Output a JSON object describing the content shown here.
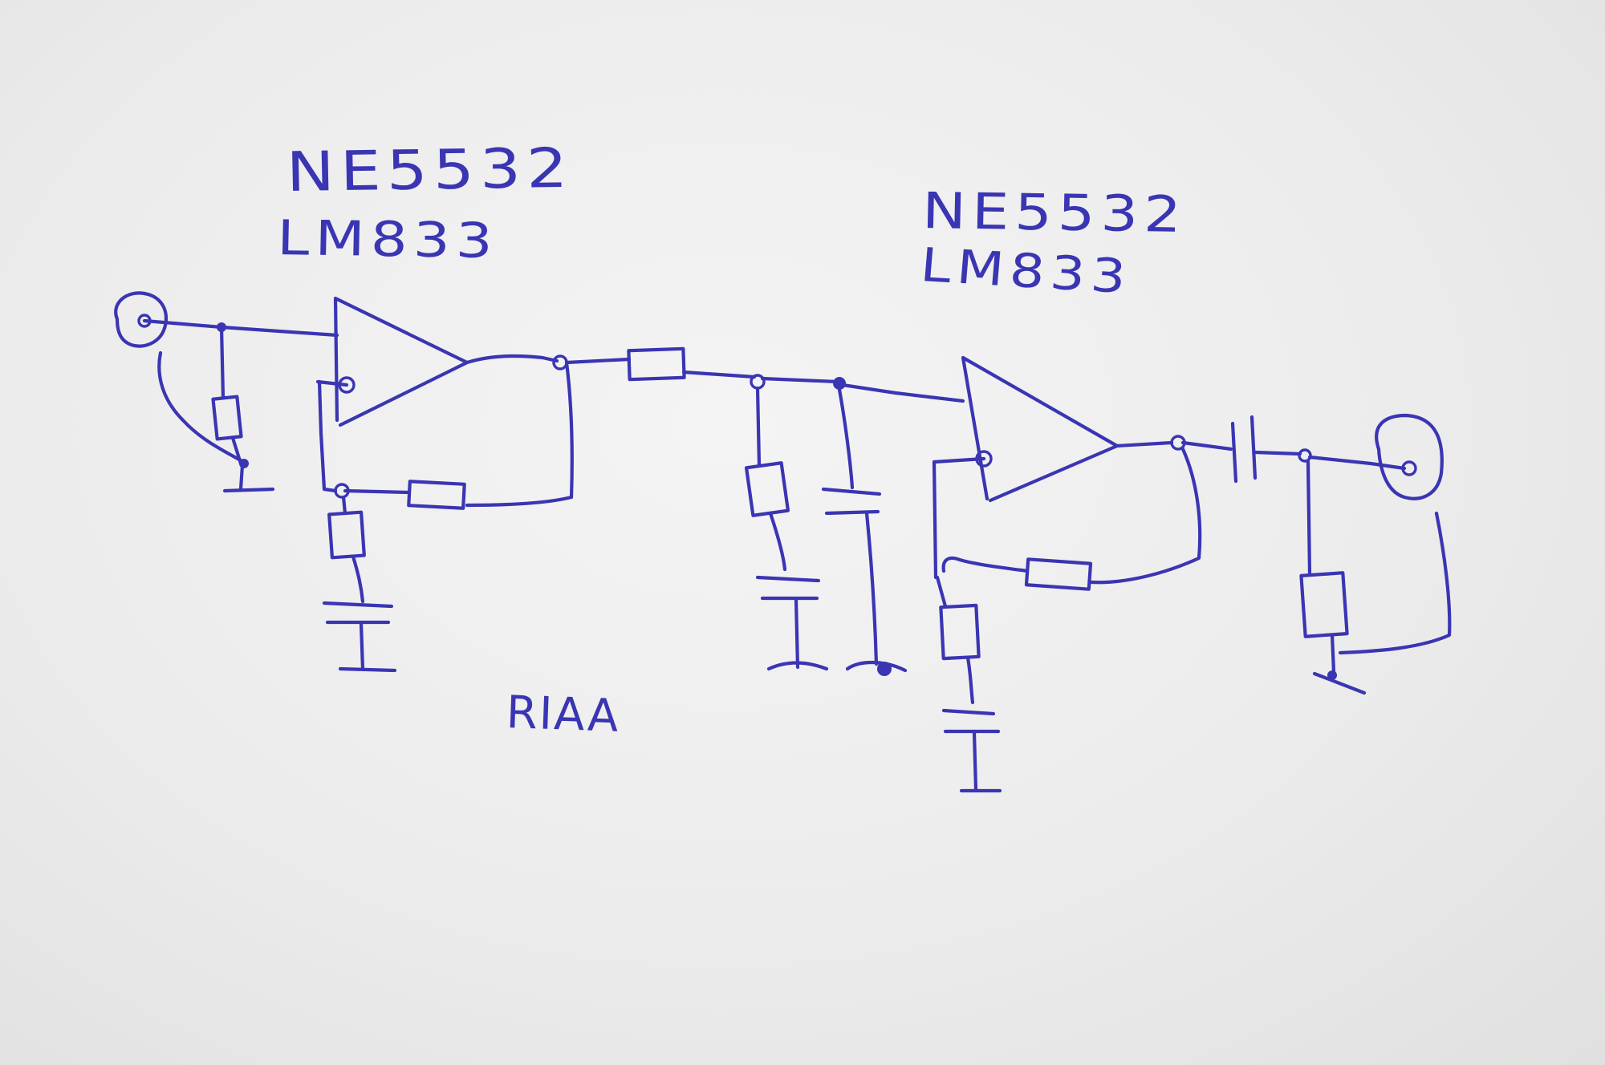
{
  "opamp_1": {
    "label_line1": "NE5532",
    "label_line2": "LM833"
  },
  "opamp_2": {
    "label_line1": "NE5532",
    "label_line2": "LM833"
  },
  "network_label": "RIAA",
  "ink_color": "#3a35b3",
  "paper_color": "#ededed"
}
